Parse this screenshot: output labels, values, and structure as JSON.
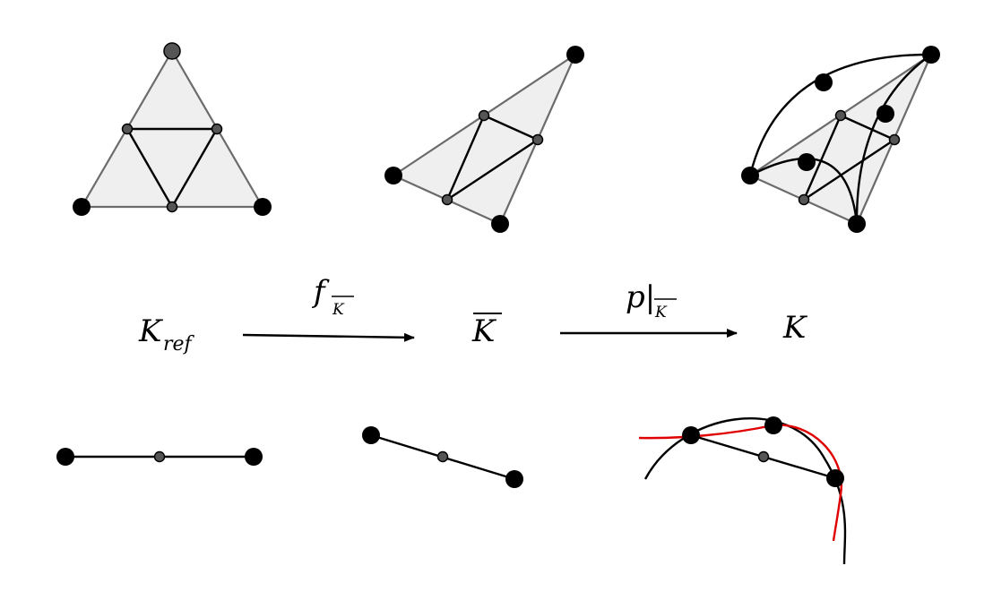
{
  "labels": {
    "k_ref_main": "K",
    "k_ref_sub": "ref",
    "k_bar": "K",
    "k_final": "K",
    "map_f_main": "f",
    "map_f_sub": "K",
    "map_p_main": "p|",
    "map_p_sub": "K"
  },
  "colors": {
    "triangle_fill": "#efefef",
    "triangle_edge": "#6b6b6b",
    "node": "#000000",
    "small_node": "#555555",
    "red_curve": "#e00000"
  }
}
